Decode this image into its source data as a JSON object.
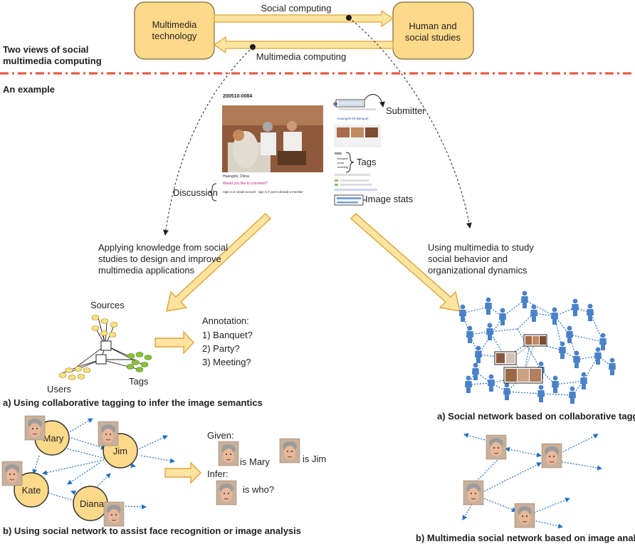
{
  "header": {
    "left_box": "Multimedia technology",
    "left_box_lines": [
      "Multimedia",
      "technology"
    ],
    "right_box": "Human and social studies",
    "right_box_lines": [
      "Human and",
      "social studies"
    ],
    "top_arrow_label": "Social computing",
    "bottom_arrow_label": "Multimedia computing",
    "side_title": "Two views of social multimedia computing",
    "side_title_lines": [
      "Two views of social",
      "multimedia computing"
    ]
  },
  "example": {
    "label": "An example",
    "photo_id": "200510-0084",
    "photo_location": "Huangshi, China",
    "discussion_prompt": "Would you like to comment?",
    "signin_text": "Sign in or create account · sign in if you're already a member",
    "callouts": {
      "submitter": "Submitter",
      "tags": "Tags",
      "discussion": "Discussion",
      "image_stats": "Image stats"
    },
    "sidebar_thumb_title": "Huangshi-08 Banquet",
    "sidebar_tags": [
      "banquet",
      "party",
      "wedding"
    ]
  },
  "left_branch": {
    "caption": "Applying knowledge from social studies to design and improve multimedia applications",
    "caption_lines": [
      "Applying knowledge from social",
      "studies to design and improve",
      "multimedia applications"
    ],
    "tagging": {
      "sources_label": "Sources",
      "users_label": "Users",
      "tags_label": "Tags",
      "annotation_title": "Annotation:",
      "annotations": [
        "1) Banquet?",
        "2) Party?",
        "3) Meeting?"
      ],
      "caption": "a) Using collaborative tagging to infer the image semantics"
    },
    "faces": {
      "names": [
        "Mary",
        "Jim",
        "Kate",
        "Diana"
      ],
      "given_label": "Given:",
      "given_mary": "is Mary",
      "given_jim": "is Jim",
      "infer_label": "Infer:",
      "infer_question": "is who?",
      "caption": "b) Using social network to assist face recognition or image analysis"
    }
  },
  "right_branch": {
    "caption": "Using multimedia to study social behavior and organizational dynamics",
    "caption_lines": [
      "Using multimedia to study",
      "social behavior and",
      "organizational dynamics"
    ],
    "network_caption": "a) Social network based on collaborative tagging",
    "mm_network_caption": "b) Multimedia social network based on image analysis"
  },
  "colors": {
    "box_fill": "#fdd98a",
    "separator": "#e5533a",
    "network_blue": "#1f70c1",
    "person_blue": "#4a82c8"
  },
  "icons": [
    "person-icon",
    "face-thumbnail",
    "photo-thumbnail"
  ]
}
